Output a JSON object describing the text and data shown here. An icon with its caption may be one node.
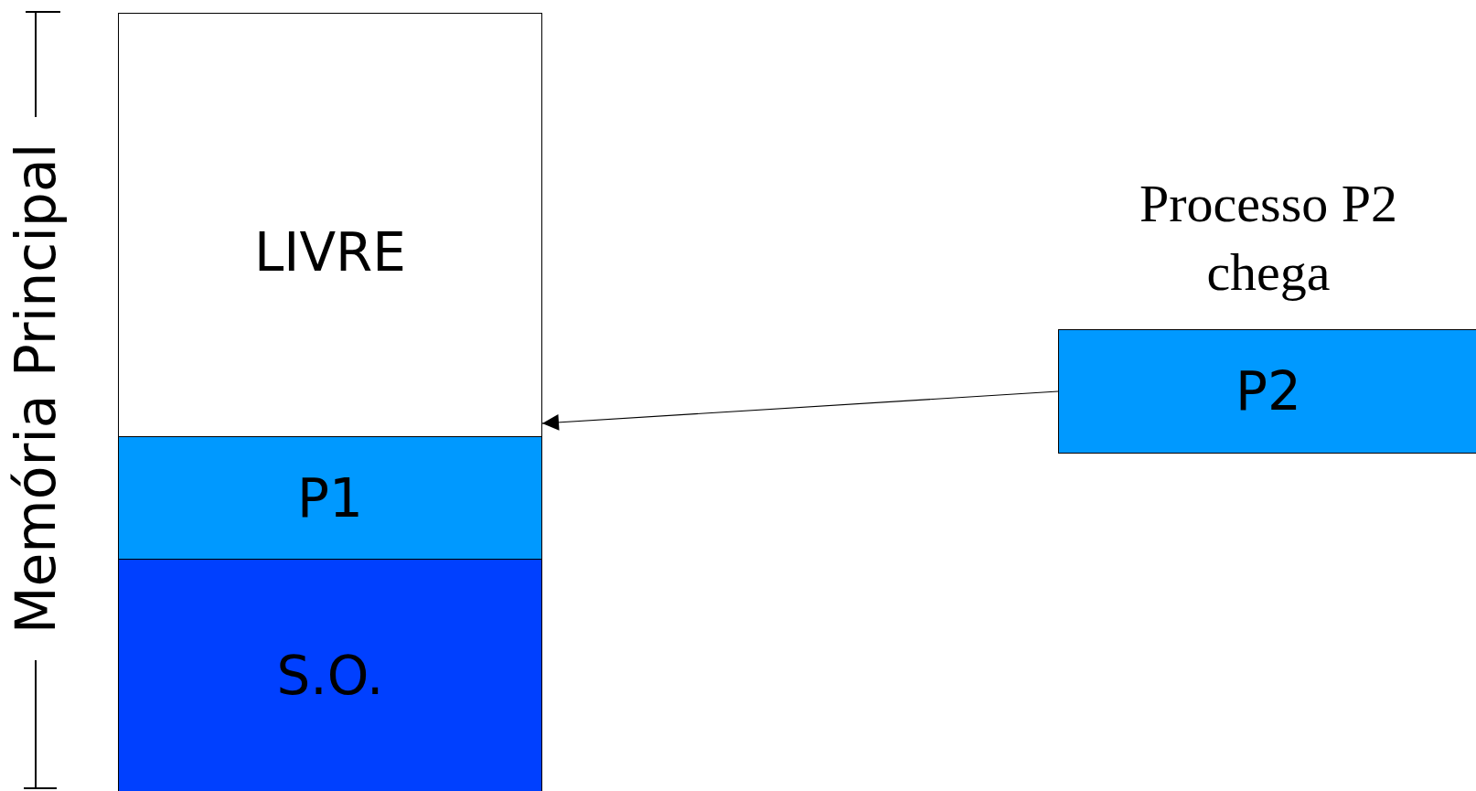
{
  "diagram": {
    "nodes": [
      {
        "text": [
          "LIVRE"
        ]
      },
      {
        "text": [
          "P1"
        ]
      },
      {
        "text": [
          "S.O."
        ]
      },
      {
        "text": [
          "P2"
        ],
        "beside": [
          "Processo P2 chega"
        ]
      }
    ],
    "edges": [
      {
        "from": 3,
        "to": 0,
        "arrow": "to"
      }
    ],
    "labels": [
      "Memória Principal"
    ]
  }
}
